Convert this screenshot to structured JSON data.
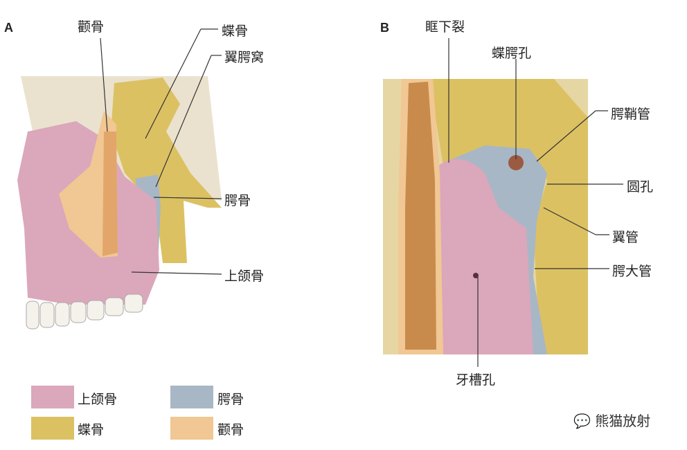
{
  "panels": {
    "a": "A",
    "b": "B"
  },
  "figure_a": {
    "labels": {
      "zygomatic": "颧骨",
      "sphenoid": "蝶骨",
      "pterygopalatine_fossa": "翼腭窝",
      "palatine": "腭骨",
      "maxilla": "上颌骨"
    }
  },
  "figure_b": {
    "labels": {
      "inferior_orbital_fissure": "眶下裂",
      "sphenopalatine_foramen": "蝶腭孔",
      "palatovaginal_canal": "腭鞘管",
      "foramen_rotundum": "圆孔",
      "pterygoid_canal": "翼管",
      "greater_palatine_canal": "腭大管",
      "alveolar_foramina": "牙槽孔"
    }
  },
  "legend": [
    {
      "label": "上颌骨",
      "color": "#dba7bb"
    },
    {
      "label": "腭骨",
      "color": "#a8b7c5"
    },
    {
      "label": "蝶骨",
      "color": "#dcc163"
    },
    {
      "label": "颧骨",
      "color": "#f1c793"
    }
  ],
  "watermark": "熊猫放射"
}
